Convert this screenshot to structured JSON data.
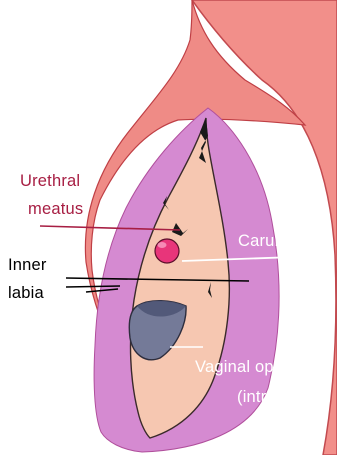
{
  "labels": {
    "urethral_meatus_line1": "Urethral",
    "urethral_meatus_line2": "meatus",
    "inner_labia_line1": "Inner",
    "inner_labia_line2": "labia",
    "caruncle": "Caruncle",
    "vaginal_opening_line1": "Vaginal opening",
    "vaginal_opening_line2": "(introitus)"
  },
  "colors": {
    "outer_skin": "#ef8b86",
    "outer_skin_right": "#f28f8a",
    "outer_outline": "#bf3f45",
    "inner_labia": "#d58ad1",
    "vestibule": "#f6c7b1",
    "caruncle": "#e8357a",
    "vaginal_opening": "#747a98",
    "urethral_label": "#a71e43",
    "black_label": "#000000",
    "white_label": "#ffffff"
  }
}
